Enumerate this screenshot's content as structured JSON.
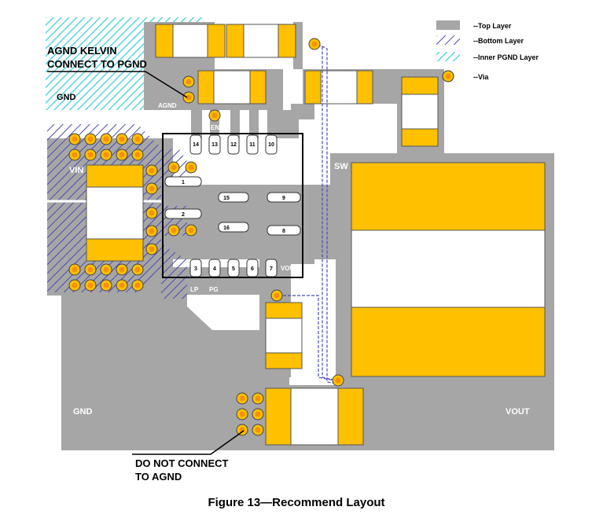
{
  "legend": {
    "top_layer": "--Top Layer",
    "bottom_layer": "--Bottom Layer",
    "inner_pgnd_layer": "--Inner PGND Layer",
    "via": "--Via"
  },
  "annotations": {
    "agnd_kelvin_line1": "AGND KELVIN",
    "agnd_kelvin_line2": "CONNECT TO PGND",
    "do_not_connect_line1": "DO NOT CONNECT",
    "do_not_connect_line2": "TO AGND"
  },
  "net_labels": {
    "gnd_top": "GND",
    "agnd": "AGND",
    "en": "EN",
    "vin": "VIN",
    "sw": "SW",
    "vout_pin": "VOUT",
    "lp": "LP",
    "pg": "PG",
    "gnd_bottom": "GND",
    "vout_bottom": "VOUT"
  },
  "pins": {
    "p1": "1",
    "p2": "2",
    "p3": "3",
    "p4": "4",
    "p5": "5",
    "p6": "6",
    "p7": "7",
    "p8": "8",
    "p9": "9",
    "p10": "10",
    "p11": "11",
    "p12": "12",
    "p13": "13",
    "p14": "14",
    "p15": "15",
    "p16": "16"
  },
  "caption": "Figure 13—Recommend Layout",
  "colors": {
    "top_layer": "#a6a6a6",
    "pad": "#ffc000",
    "inner_pgnd": "#5cd6df",
    "bottom_layer": "#4b4bb4",
    "via_ring": "#f29300"
  }
}
